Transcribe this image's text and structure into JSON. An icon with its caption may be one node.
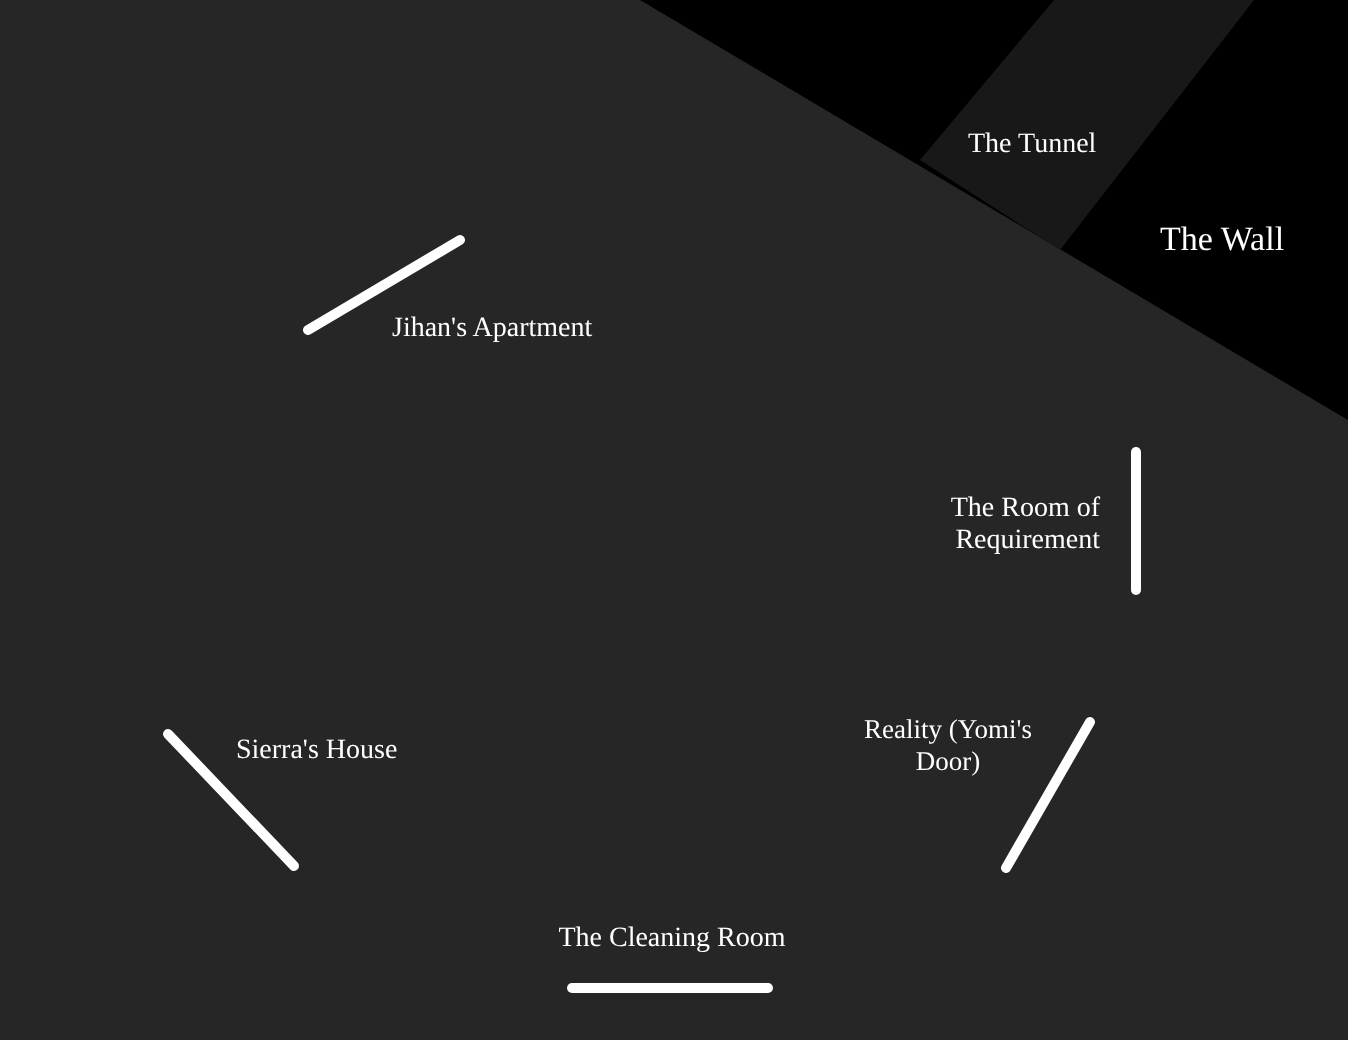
{
  "diagram": {
    "nodes": [
      {
        "text": [
          "The Wall"
        ]
      },
      {
        "text": [
          "The Tunnel"
        ],
        "in": 0
      }
    ],
    "labels": [
      "Jihan's Apartment",
      "The Room of Requirement",
      "Reality (Yomi's Door)",
      "Sierra's House",
      "The Cleaning Room"
    ]
  }
}
